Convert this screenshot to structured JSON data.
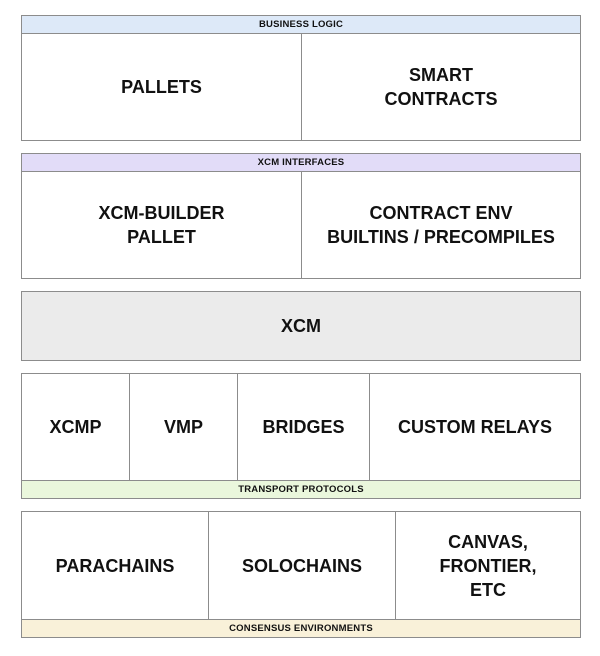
{
  "business_logic": {
    "header": "BUSINESS LOGIC",
    "cells": [
      "PALLETS",
      "SMART\nCONTRACTS"
    ]
  },
  "xcm_interfaces": {
    "header": "XCM INTERFACES",
    "cells": [
      "XCM-BUILDER\nPALLET",
      "CONTRACT ENV\nBUILTINS / PRECOMPILES"
    ]
  },
  "xcm": {
    "label": "XCM"
  },
  "transport_protocols": {
    "footer": "TRANSPORT PROTOCOLS",
    "cells": [
      "XCMP",
      "VMP",
      "BRIDGES",
      "CUSTOM RELAYS"
    ]
  },
  "consensus_environments": {
    "footer": "CONSENSUS ENVIRONMENTS",
    "cells": [
      "PARACHAINS",
      "SOLOCHAINS",
      "CANVAS,\nFRONTIER,\nETC"
    ]
  },
  "colors": {
    "business_logic_header": "#dde9f8",
    "xcm_interfaces_header": "#e2dcf8",
    "xcm_fill": "#ebebeb",
    "transport_footer": "#eaf7dc",
    "consensus_footer": "#f9f1d9",
    "border": "#8c8c8c"
  }
}
